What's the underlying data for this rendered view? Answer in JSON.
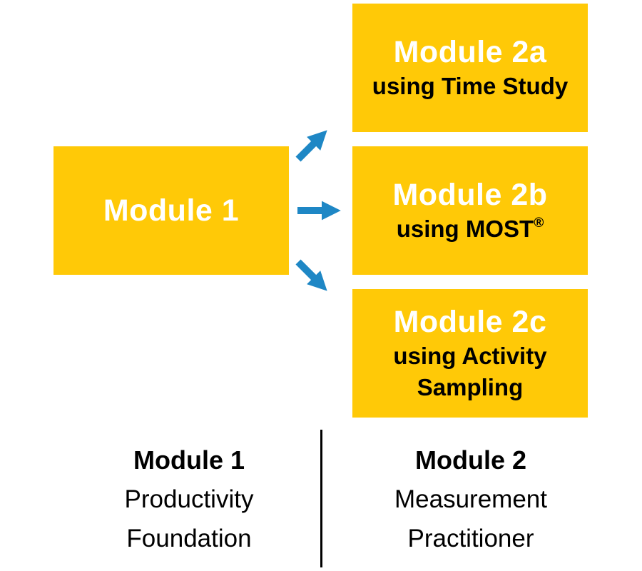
{
  "palette": {
    "box_fill": "#FFC907",
    "arrow_blue": "#1E87C5",
    "box_title_text": "#FFFFFF",
    "body_text": "#000000"
  },
  "flow": {
    "source_box": {
      "title": "Module 1"
    },
    "target_boxes": [
      {
        "title": "Module 2a",
        "subtitle": "using Time Study",
        "trademark": ""
      },
      {
        "title": "Module 2b",
        "subtitle": "using MOST",
        "trademark": "®"
      },
      {
        "title": "Module 2c",
        "subtitle": "using Activity Sampling",
        "trademark": ""
      }
    ],
    "arrows": [
      {
        "name": "module1-to-module2a",
        "direction": "up-right"
      },
      {
        "name": "module1-to-module2b",
        "direction": "right"
      },
      {
        "name": "module1-to-module2c",
        "direction": "down-right"
      }
    ]
  },
  "legend": {
    "left": {
      "heading": "Module 1",
      "lines": [
        "Productivity",
        "Foundation"
      ]
    },
    "right": {
      "heading": "Module 2",
      "lines": [
        "Measurement",
        "Practitioner"
      ]
    }
  }
}
